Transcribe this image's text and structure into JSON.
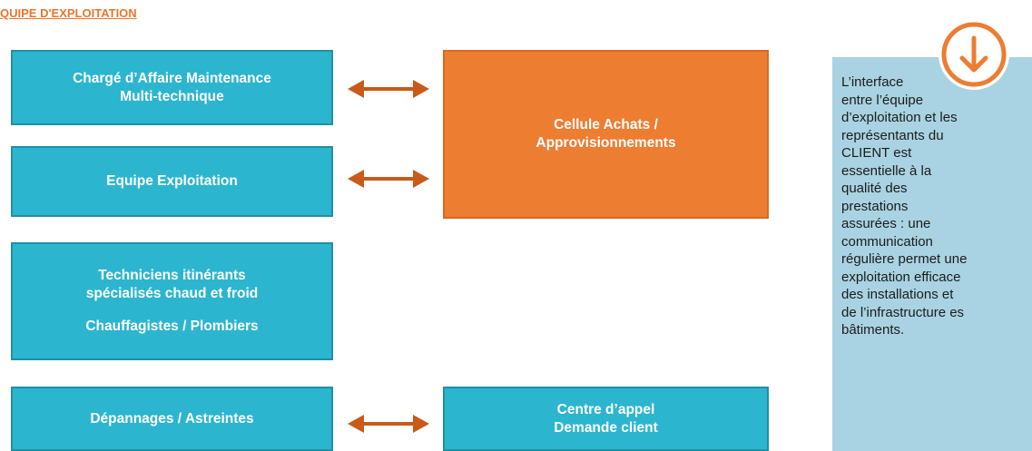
{
  "header": {
    "title": "QUIPE D'EXPLOITATION"
  },
  "boxes": {
    "charge_affaire": {
      "line1": "Chargé d’Affaire Maintenance",
      "line2": "Multi-technique"
    },
    "equipe_exploitation": {
      "label": "Equipe Exploitation"
    },
    "techniciens": {
      "line1": "Techniciens itinérants",
      "line2": "spécialisés chaud et froid",
      "line3": "Chauffagistes / Plombiers"
    },
    "depannages": {
      "label": "Dépannages / Astreintes"
    },
    "cellule_achats": {
      "line1": "Cellule Achats /",
      "line2": "Approvisionnements"
    },
    "centre_appel": {
      "line1": "Centre d’appel",
      "line2": "Demande client"
    }
  },
  "note": {
    "lines": [
      "L’interface",
      "entre l’équipe",
      "d’exploitation et les",
      "représentants du",
      "CLIENT est",
      "essentielle à la",
      "qualité des",
      "prestations",
      "assurées : une",
      "communication",
      "régulière permet une",
      "exploitation efficace",
      "des installations et",
      "de l’infrastructure es",
      "bâtiments."
    ]
  },
  "colors": {
    "teal": "#2cb5cf",
    "orange": "#ec7d31",
    "arrow": "#c85a1a",
    "note_bg": "#a9d3e2",
    "title": "#e8762d"
  },
  "icons": {
    "note_icon": "down-arrow-circle-icon",
    "connector": "double-headed-arrow-icon"
  }
}
